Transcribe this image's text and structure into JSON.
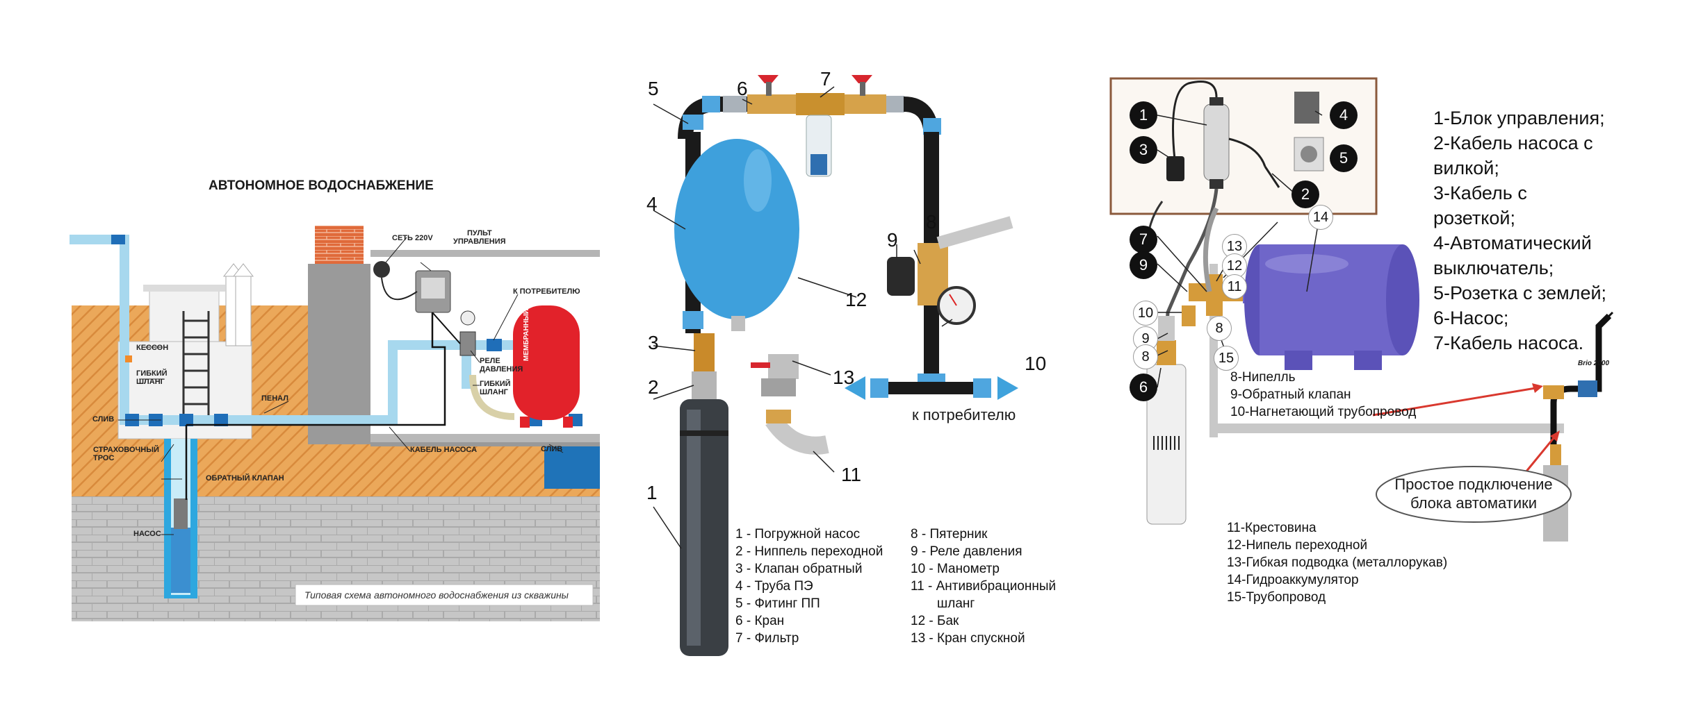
{
  "panel1": {
    "title": "АВТОНОМНОЕ ВОДОСНАБЖЕНИЕ",
    "caption": "Типовая схема автономного водоснабжения из скважины",
    "labels": {
      "network": "СЕТЬ 220V",
      "control_panel_1": "ПУЛЬТ",
      "control_panel_2": "УПРАВЛЕНИЯ",
      "to_consumer": "К ПОТРЕБИТЕЛЮ",
      "caisson": "КЕССОН",
      "flex_hose_1a": "ГИБКИЙ",
      "flex_hose_1b": "ШЛАНГ",
      "pressure_relay_1": "РЕЛЕ",
      "pressure_relay_2": "ДАВЛЕНИЯ",
      "flex_hose_2a": "ГИБКИЙ",
      "flex_hose_2b": "ШЛАНГ",
      "penal": "ПЕНАЛ",
      "drain_left": "СЛИВ",
      "safety_rope_1": "СТРАХОВОЧНЫЙ",
      "safety_rope_2": "ТРОС",
      "pump_cable": "КАБЕЛЬ НАСОСА",
      "drain_right": "СЛИВ",
      "check_valve": "ОБРАТНЫЙ КЛАПАН",
      "pump": "НАСОС",
      "membrane_tank": "МЕМБРАННЫЙ БАК"
    }
  },
  "panel2": {
    "numbers": [
      "1",
      "2",
      "3",
      "4",
      "5",
      "6",
      "7",
      "8",
      "9",
      "10",
      "11",
      "12",
      "13"
    ],
    "to_consumer": "к потребителю",
    "legend_left": [
      "1 - Погружной насос",
      "2 - Ниппель переходной",
      "3 - Клапан обратный",
      "4 - Труба ПЭ",
      "5 - Фитинг ПП",
      "6 - Кран",
      "7 - Фильтр"
    ],
    "legend_right": [
      "8 - Пятерник",
      "9 - Реле давления",
      "10 - Манометр",
      "11 - Антивибрационный",
      "шланг",
      "12 - Бак",
      "13 - Кран спускной"
    ]
  },
  "panel3": {
    "box_numbers": [
      "1",
      "3",
      "4",
      "5",
      "2"
    ],
    "side_numbers": [
      "7",
      "9",
      "10",
      "9",
      "8",
      "6"
    ],
    "mid_numbers": [
      "13",
      "12",
      "11",
      "8",
      "14",
      "15"
    ],
    "legend_main": [
      "1-Блок управления;",
      "2-Кабель насоса с",
      "вилкой;",
      "3-Кабель с",
      "розеткой;",
      "4-Автоматический",
      "выключатель;",
      "5-Розетка с землей;",
      "6-Насос;",
      "7-Кабель насоса."
    ],
    "legend_mid": [
      "8-Нипелль",
      "9-Обратный клапан",
      "10-Нагнетающий трубопровод"
    ],
    "legend_bottom": [
      "11-Крестовина",
      "12-Нипель переходной",
      "13-Гибкая подводка (металлорукав)",
      "14-Гидроаккумулятор",
      "15-Трубопровод"
    ],
    "callout_1": "Простое подключение",
    "callout_2": "блока автоматики",
    "meter_brand": "Brio 2000"
  },
  "colors": {
    "soil": "#e9a050",
    "brick": "#c9c9c9",
    "water_pipe": "#a7d8ee",
    "tank_red": "#e2222a",
    "blue_tank": "#3ea0dc",
    "purple_tank": "#6f66c9",
    "brass": "#d59b3a"
  }
}
